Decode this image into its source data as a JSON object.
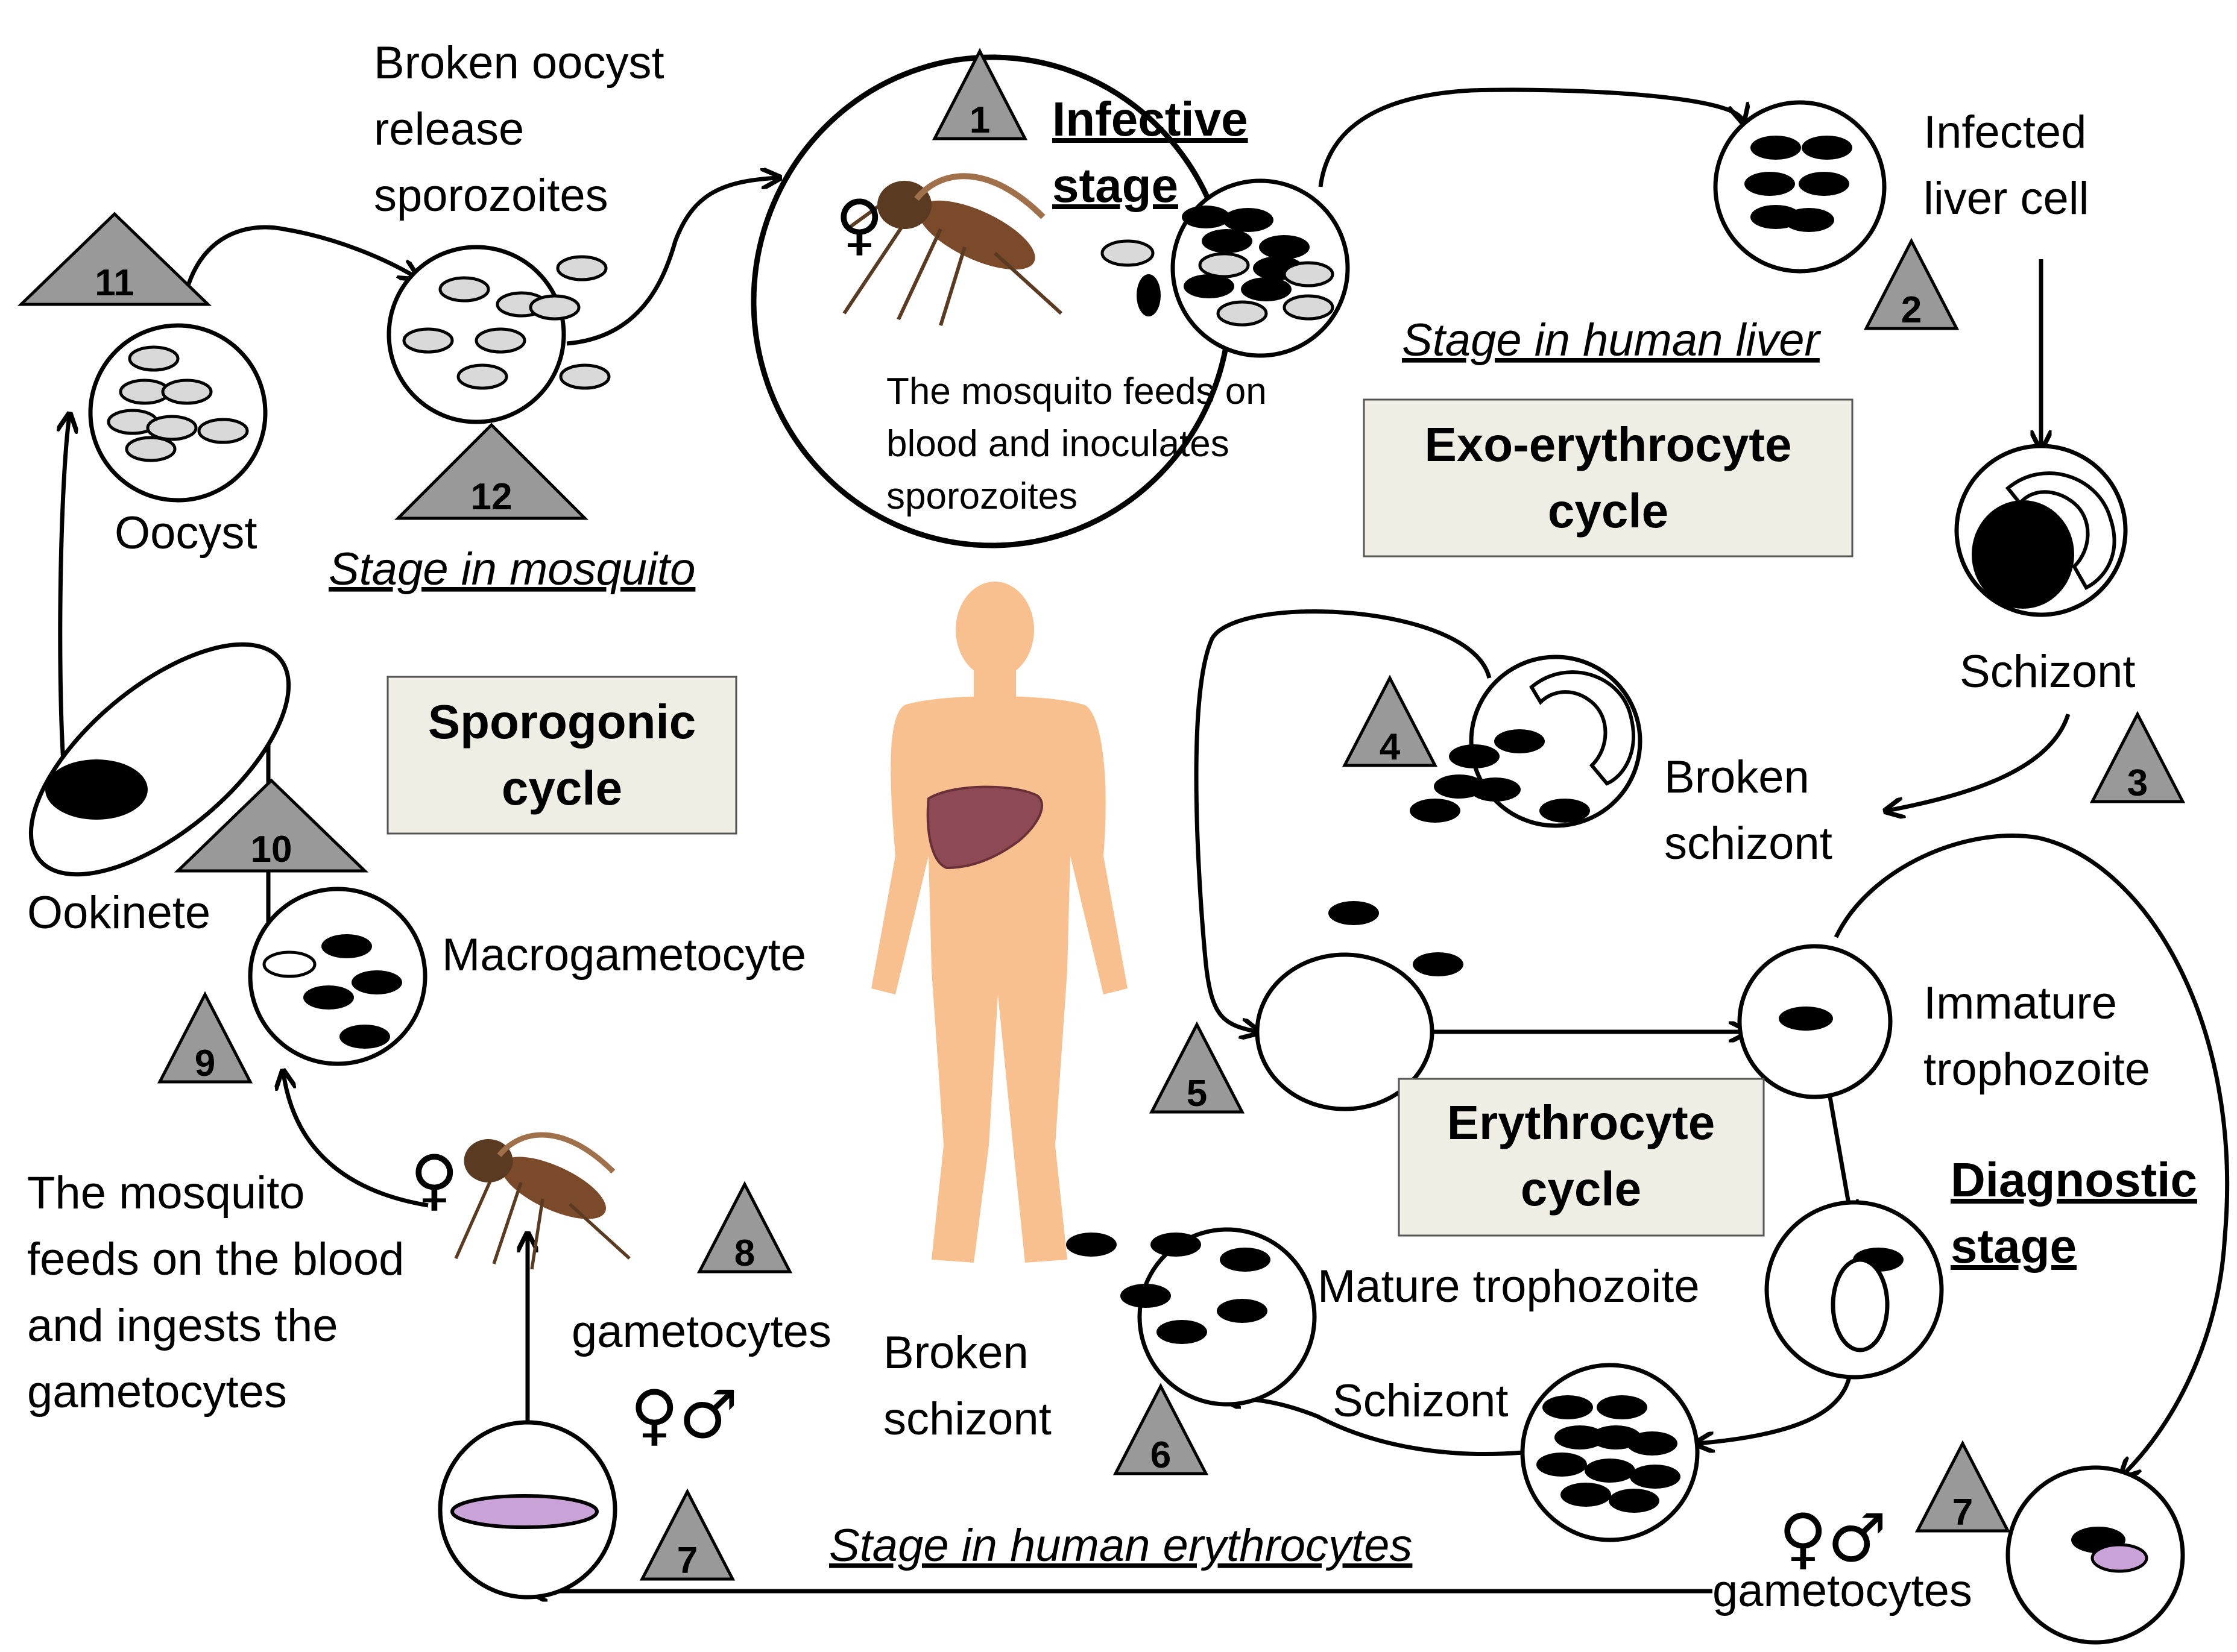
{
  "labels": {
    "broken_oocyst": [
      "Broken oocyst",
      "release",
      "sporozoites"
    ],
    "oocyst": "Oocyst",
    "ookinete": "Ookinete",
    "macrogametocyte": "Macrogametocyte",
    "mosquito_ingests": [
      "The mosquito",
      "feeds on the blood",
      "and ingests the",
      "gametocytes"
    ],
    "gametocytes_left": "gametocytes",
    "broken_schizont_bottom": [
      "Broken",
      "schizont"
    ],
    "infective_stage": [
      "Infective",
      "stage"
    ],
    "mosquito_inoculates": [
      "The mosquito feeds on",
      "blood and inoculates",
      "sporozoites"
    ],
    "infected_liver_cell": [
      "Infected",
      "liver cell"
    ],
    "schizont_right": "Schizont",
    "broken_schizont_right": [
      "Broken",
      "schizont"
    ],
    "immature_trophozoite": [
      "Immature",
      "trophozoite"
    ],
    "mature_trophozoite": "Mature trophozoite",
    "diagnostic_stage": [
      "Diagnostic",
      "stage"
    ],
    "schizont_bottom": "Schizont",
    "gametocytes_right": "gametocytes"
  },
  "stages": {
    "mosquito": "Stage in mosquito",
    "liver": "Stage in human liver",
    "erythrocytes": "Stage in human erythrocytes"
  },
  "cycles": {
    "sporogonic": [
      "Sporogonic",
      "cycle"
    ],
    "exo": [
      "Exo-erythrocyte",
      "cycle"
    ],
    "erythrocyte": [
      "Erythrocyte",
      "cycle"
    ]
  },
  "step_numbers": {
    "s1": "1",
    "s2": "2",
    "s3": "3",
    "s4": "4",
    "s5": "5",
    "s6": "6",
    "s7a": "7",
    "s7b": "7",
    "s8": "8",
    "s9": "9",
    "s10": "10",
    "s11": "11",
    "s12": "12"
  },
  "symbols": {
    "female": "♀",
    "female_male": "♀♂"
  },
  "colors": {
    "triangle": "#999999",
    "cycle_box": "#eeeee4",
    "parasite_dark": "#000000",
    "parasite_light": "#d9d9d9",
    "gametocyte_purple": "#c9a2d8",
    "human_skin": "#f7c08e",
    "liver": "#8e4a54",
    "mosquito": "#7a4a2a"
  }
}
